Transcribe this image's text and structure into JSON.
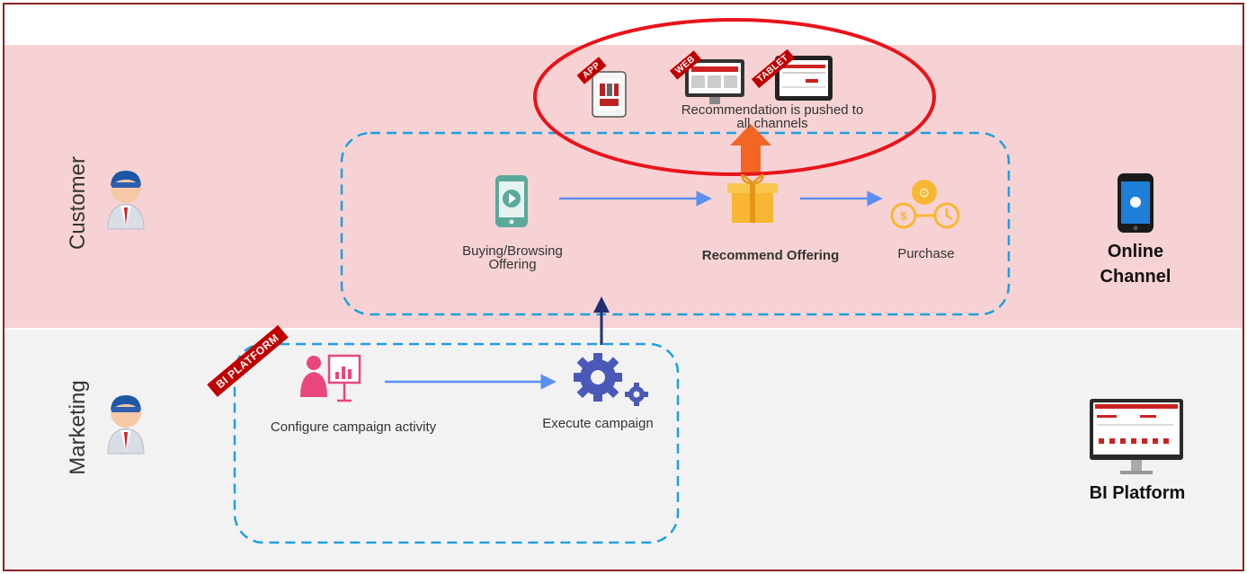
{
  "lanes": {
    "customer": "Customer",
    "marketing": "Marketing"
  },
  "steps": {
    "browsing": "Buying/Browsing\nOffering",
    "recommend": "Recommend Offering",
    "purchase": "Purchase",
    "configure": "Configure campaign activity",
    "execute": "Execute campaign"
  },
  "callout": {
    "text": "Recommendation is pushed to\nall channels",
    "tags": [
      "APP",
      "WEB",
      "TABLET"
    ]
  },
  "platform_tag": "BI PLATFORM",
  "channels": {
    "online": "Online\nChannel",
    "bi": "BI Platform"
  },
  "colors": {
    "customer_band": "#f7d2d4",
    "marketing_band": "#f2f2f2",
    "dashed_border": "#1ea0e0",
    "flow_arrow": "#5b8ff0",
    "up_arrow_dark": "#1f2f6e",
    "up_arrow_orange": "#f26522",
    "ellipse": "#e8141b",
    "banner": "#c00000"
  }
}
